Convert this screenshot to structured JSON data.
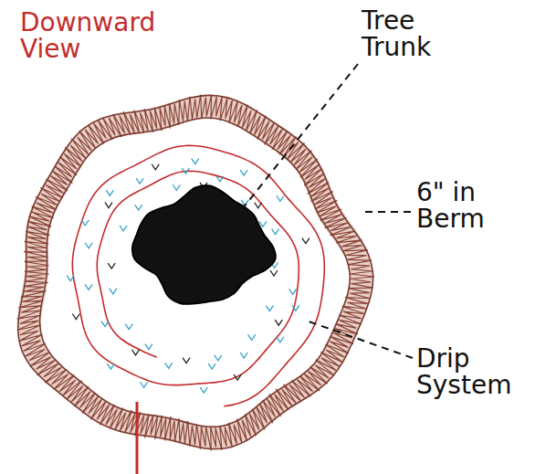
{
  "diagram": {
    "title": "Downward View",
    "labels": [
      "Tree Trunk",
      "6\" in Berm",
      "Drip System"
    ]
  }
}
